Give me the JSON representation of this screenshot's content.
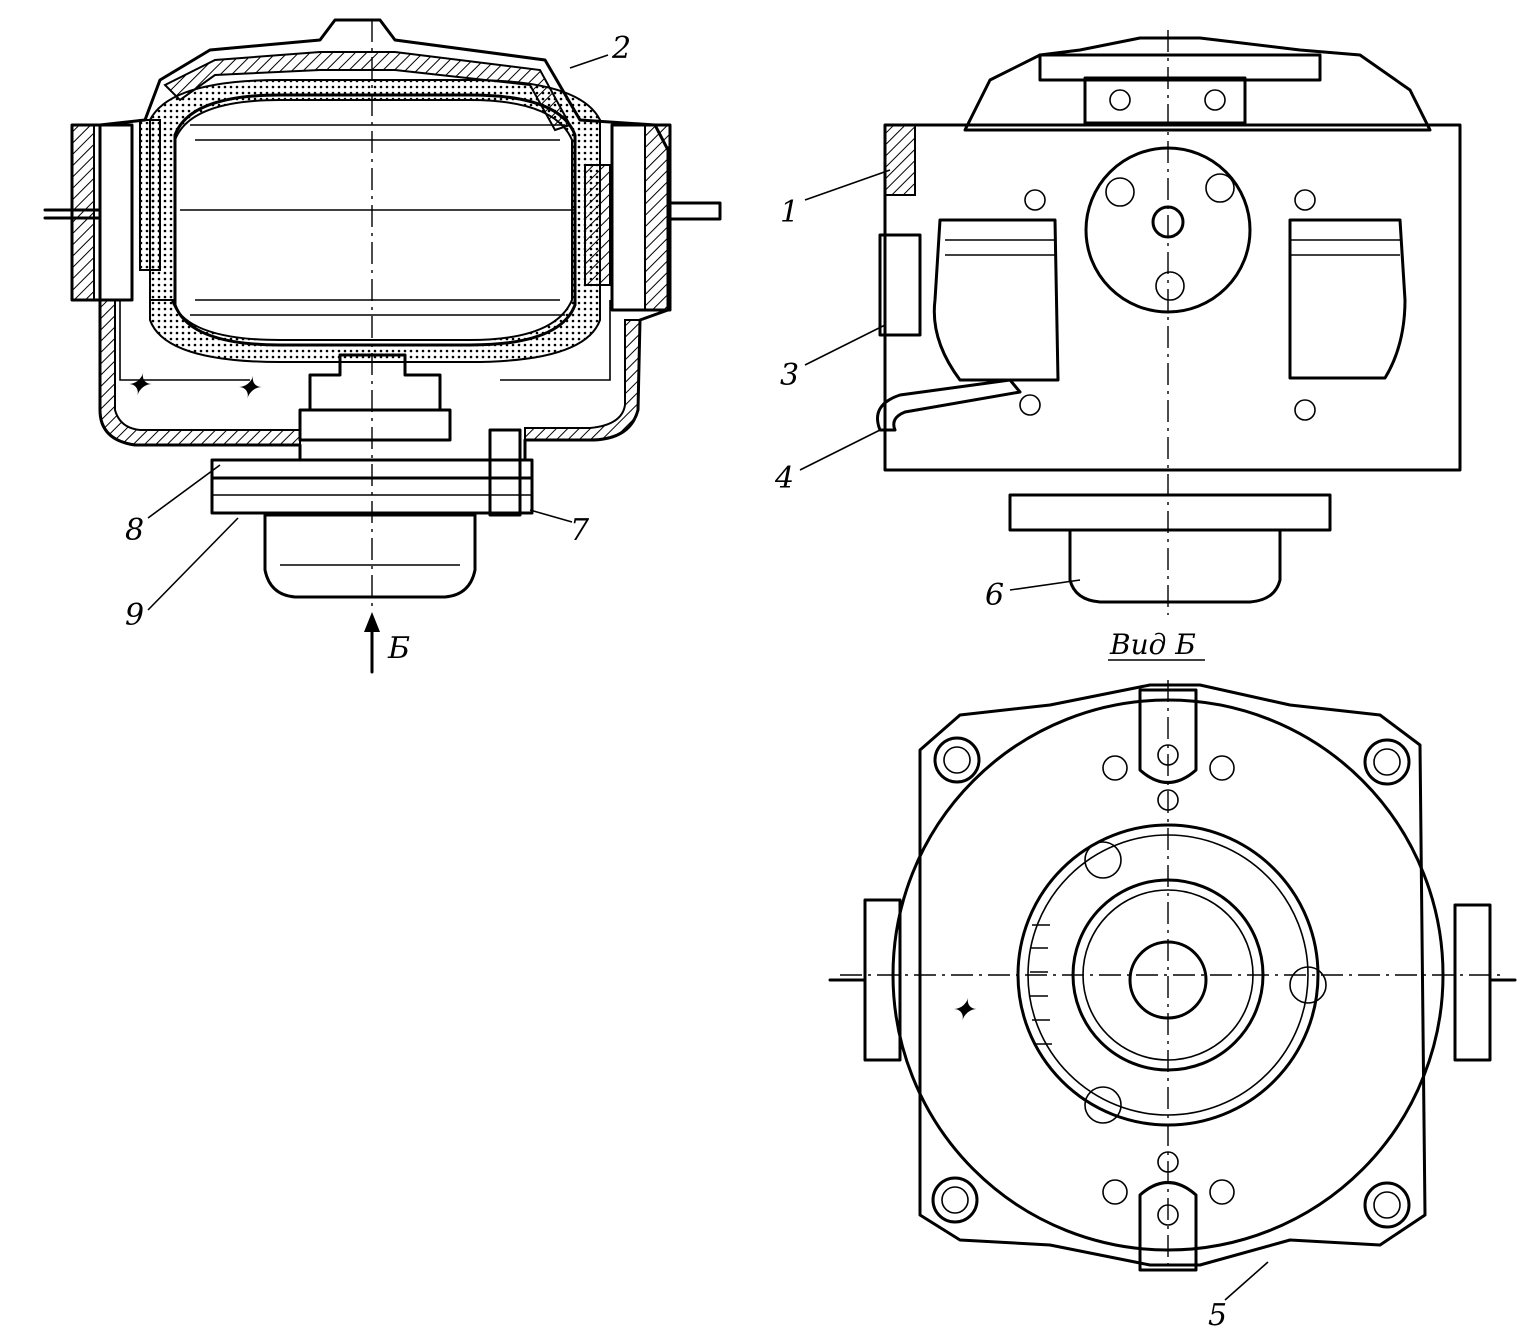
{
  "colors": {
    "ink": "#000000",
    "paper": "#ffffff"
  },
  "labels": {
    "n1": "1",
    "n2": "2",
    "n3": "3",
    "n4": "4",
    "n5": "5",
    "n6": "6",
    "n7": "7",
    "n8": "8",
    "n9": "9",
    "arrow_letter": "Б",
    "view_caption": "Вид Б"
  }
}
